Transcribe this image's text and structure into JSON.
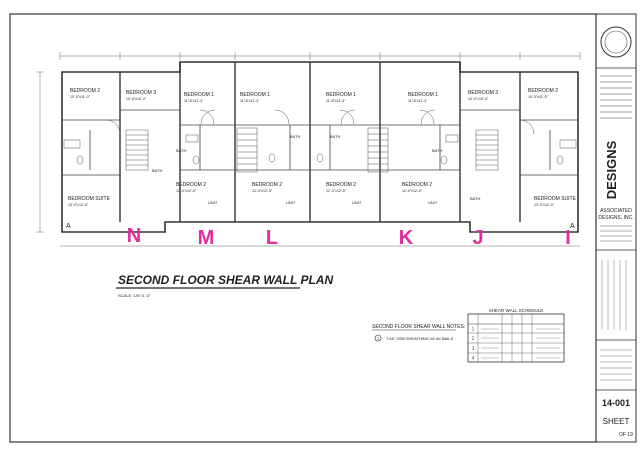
{
  "sheet": {
    "title": "SECOND FLOOR SHEAR WALL PLAN",
    "scale": "SCALE: 1/8\"=1'-0\"",
    "notes_title": "SECOND FLOOR SHEAR WALL NOTES:",
    "note_1": "7/16\" OSB SHEATHING W/ 8d NAILS",
    "marker_1": "1",
    "schedule_title": "SHEAR WALL SCHEDULE",
    "sheet_number": "14-001",
    "sheet_of": "OF 19",
    "sheet_label": "SHEET"
  },
  "unit_letters": [
    "N",
    "M",
    "L",
    "K",
    "J",
    "I"
  ],
  "rooms": [
    {
      "label": "BEDROOM 2",
      "dim": "10'-0\"x11'-0\""
    },
    {
      "label": "BEDROOM 3",
      "dim": "10'-0\"x10'-4\""
    },
    {
      "label": "BEDROOM 1",
      "dim": "11'-8\"x11'-4\""
    },
    {
      "label": "BEDROOM 1",
      "dim": "11'-8\"x11'-4\""
    },
    {
      "label": "BEDROOM 1",
      "dim": "11'-8\"x11'-4\""
    },
    {
      "label": "BEDROOM 1",
      "dim": "11'-8\"x11'-4\""
    },
    {
      "label": "BEDROOM 3",
      "dim": "10'-0\"x10'-4\""
    },
    {
      "label": "BEDROOM 2",
      "dim": "10'-0\"x11'-0\""
    },
    {
      "label": "BEDROOM 2",
      "dim": "12'-0\"x12'-0\""
    },
    {
      "label": "BEDROOM 2",
      "dim": "12'-0\"x12'-0\""
    },
    {
      "label": "BEDROOM 2",
      "dim": "12'-0\"x12'-0\""
    },
    {
      "label": "BEDROOM 2",
      "dim": "12'-0\"x12'-0\""
    },
    {
      "label": "BEDROOM SUITE",
      "dim": "13'-0\"x12'-0\""
    },
    {
      "label": "BEDROOM SUITE",
      "dim": "13'-0\"x12'-0\""
    }
  ],
  "small_labels": {
    "bath": "BATH",
    "unit": "UNIT",
    "a": "A"
  },
  "schedule_rows": [
    "1",
    "2",
    "3",
    "4"
  ],
  "title_block": {
    "company_1": "ASSOCIATED",
    "company_2": "DESIGNS, INC.",
    "logo_text": "DESIGNS"
  },
  "colors": {
    "line": "#333333",
    "letters": "#e02c9e",
    "paper": "#ffffff"
  }
}
